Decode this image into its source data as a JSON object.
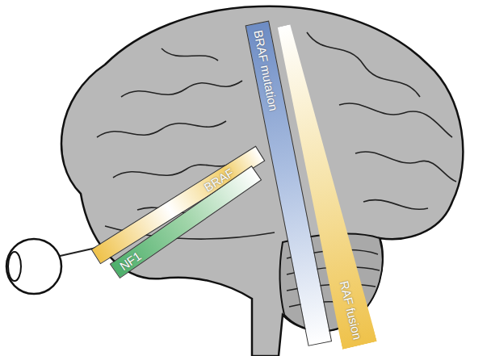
{
  "diagram": {
    "nodes": [
      {
        "text": [
          "BRAF mutation"
        ]
      },
      {
        "text": [
          "RAF fusion"
        ]
      },
      {
        "text": [
          "BRAF"
        ]
      },
      {
        "text": [
          "NF1"
        ]
      }
    ]
  }
}
